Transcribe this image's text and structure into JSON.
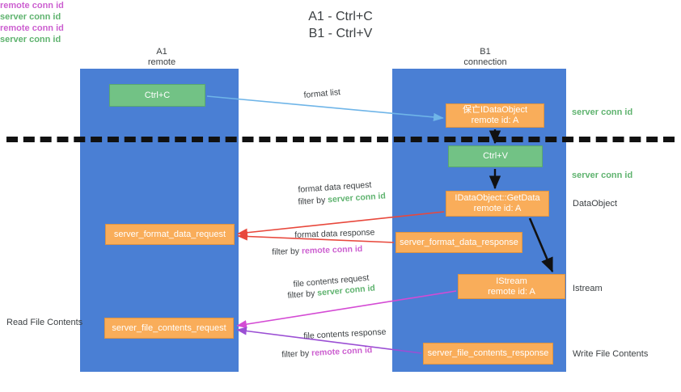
{
  "title": {
    "line1": "A1 - Ctrl+C",
    "line2": "B1 - Ctrl+V"
  },
  "lanes": [
    {
      "id": "a1",
      "name": "A1",
      "sub": "remote"
    },
    {
      "id": "b1",
      "name": "B1",
      "sub": "connection"
    }
  ],
  "nodes": {
    "ctrl_c": {
      "label": "Ctrl+C",
      "color": "#72c285"
    },
    "idataobject": {
      "line1": "保亡IDataObject",
      "line2": "remote id: A",
      "color": "#f9ad5a"
    },
    "ctrl_v": {
      "label": "Ctrl+V",
      "color": "#72c285"
    },
    "getdata": {
      "line1": "IDataObject::GetData",
      "line2": "remote id: A",
      "color": "#f9ad5a"
    },
    "istream": {
      "line1": "IStream",
      "line2": "remote id: A",
      "color": "#f9ad5a"
    },
    "server_format_data_request": {
      "label": "server_format_data_request",
      "color": "#f9ad5a"
    },
    "server_format_data_response": {
      "label": "server_format_data_response",
      "color": "#f9ad5a"
    },
    "server_file_contents_request": {
      "label": "server_file_contents_request",
      "color": "#f9ad5a"
    },
    "server_file_contents_response": {
      "label": "server_file_contents_response",
      "color": "#f9ad5a"
    }
  },
  "edge_labels": {
    "format_list": "format list",
    "format_data_request": "format data request",
    "format_data_request_filter_prefix": "filter by ",
    "format_data_request_filter_key": "server conn id",
    "format_data_response": "format data response",
    "format_data_response_filter_prefix": "filter by ",
    "format_data_response_filter_key": "remote conn id",
    "file_contents_request": "file contents request",
    "file_contents_request_filter_prefix": "filter by ",
    "file_contents_request_filter_key": "server conn id",
    "file_contents_response": "file contents response",
    "file_contents_response_filter_prefix": "filter by ",
    "file_contents_response_filter_key": "remote conn id"
  },
  "annotations": {
    "server_conn_id_top": "server conn id",
    "server_conn_id_mid": "server conn id",
    "dataobject": "DataObject",
    "istream": "Istream",
    "write_file_contents": "Write File Contents",
    "read_file_contents": "Read File Contents",
    "left_remote_conn_id_1": "remote conn id",
    "left_server_conn_id_1": "server conn id",
    "left_remote_conn_id_2": "remote conn id",
    "left_server_conn_id_2": "server conn id"
  },
  "colors": {
    "lane": "#4a7fd4",
    "green_box": "#72c285",
    "orange_box": "#f9ad5a",
    "green_text": "#5fb36f",
    "purple_text": "#cc5fd0",
    "arrow_blue": "#6fb5e8",
    "arrow_red": "#e8483c",
    "arrow_magenta": "#d44bd4",
    "arrow_purple": "#9b4fd4",
    "arrow_black": "#000000",
    "divider": "#111111",
    "background": "#ffffff"
  }
}
